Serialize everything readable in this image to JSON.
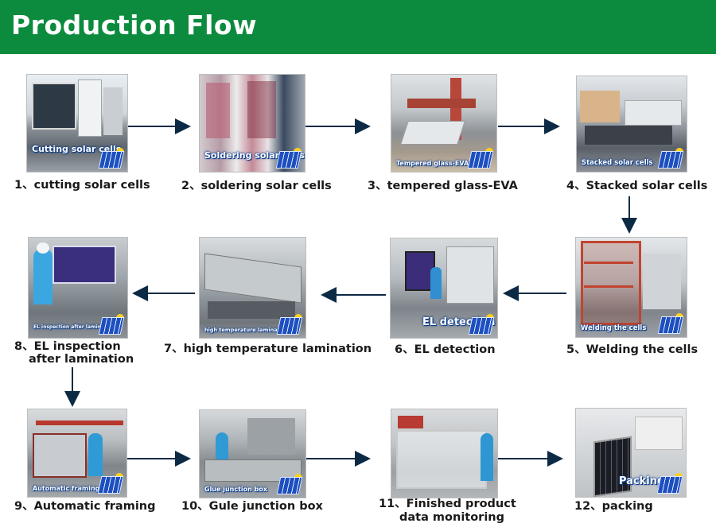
{
  "header": {
    "title": "Production Flow",
    "background": "#0c8b3e"
  },
  "steps": [
    {
      "label": "1、cutting solar cells",
      "overlay": "Cutting solar cells"
    },
    {
      "label": "2、soldering solar cells",
      "overlay": "Soldering solar cells"
    },
    {
      "label": "3、tempered glass-EVA",
      "overlay": "Tempered glass-EVA"
    },
    {
      "label": "4、Stacked solar cells",
      "overlay": "Stacked solar cells"
    },
    {
      "label": "5、Welding the cells",
      "overlay": "Welding the cells"
    },
    {
      "label": "6、EL detection",
      "overlay": "EL detection"
    },
    {
      "label": "7、high temperature lamination",
      "overlay": "high temperature lamination"
    },
    {
      "label_line1": "8、EL inspection",
      "label_line2": "after lamination",
      "overlay": "EL inspection after lamination"
    },
    {
      "label": "9、Automatic framing",
      "overlay": "Automatic framing"
    },
    {
      "label": "10、Gule junction box",
      "overlay": "Glue junction box"
    },
    {
      "label_line1": "11、Finished product",
      "label_line2": "data monitoring",
      "overlay": ""
    },
    {
      "label": "12、packing",
      "overlay": "Packing"
    }
  ]
}
